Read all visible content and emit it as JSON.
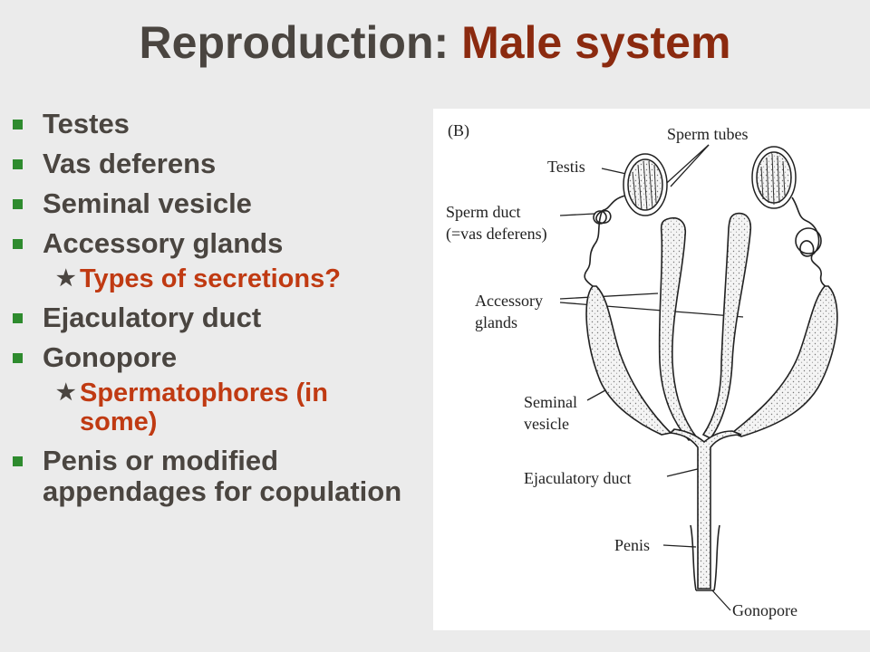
{
  "slide": {
    "title_main": "Reproduction: ",
    "title_accent": "Male system"
  },
  "bullets": [
    {
      "label": "Testes"
    },
    {
      "label": "Vas deferens"
    },
    {
      "label": "Seminal vesicle"
    },
    {
      "label": "Accessory glands",
      "sub": "Types of secretions?"
    },
    {
      "label": "Ejaculatory duct"
    },
    {
      "label": "Gonopore",
      "sub": "Spermatophores (in some)"
    },
    {
      "label": "Penis or modified appendages for copulation"
    }
  ],
  "figure": {
    "panel_label": "(B)",
    "labels": {
      "sperm_tubes": "Sperm tubes",
      "testis": "Testis",
      "sperm_duct_1": "Sperm duct",
      "sperm_duct_2": "(=vas deferens)",
      "accessory_1": "Accessory",
      "accessory_2": "glands",
      "seminal_1": "Seminal",
      "seminal_2": "vesicle",
      "ejaculatory": "Ejaculatory duct",
      "penis": "Penis",
      "gonopore": "Gonopore"
    }
  },
  "colors": {
    "title_text": "#4a4540",
    "title_accent": "#8b2a0f",
    "bullet_square": "#2e8b2e",
    "sub_text": "#c03a12",
    "background": "#ebebeb"
  }
}
